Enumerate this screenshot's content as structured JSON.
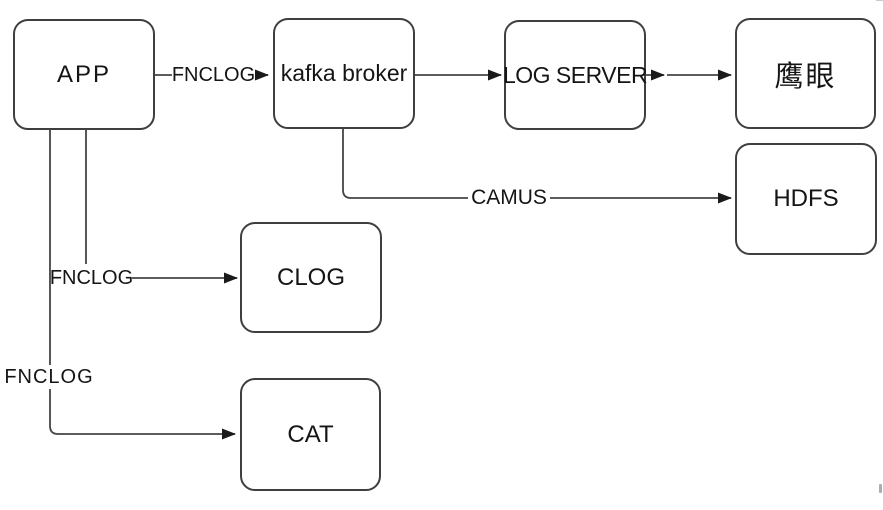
{
  "diagram": {
    "title": "log pipeline flow diagram",
    "nodes": {
      "app": {
        "label": "APP"
      },
      "kafka": {
        "label": "kafka broker"
      },
      "log_server": {
        "label": "LOG SERVER"
      },
      "eagle_eye": {
        "label": "鹰眼"
      },
      "hdfs": {
        "label": "HDFS"
      },
      "clog": {
        "label": "CLOG"
      },
      "cat": {
        "label": "CAT"
      }
    },
    "edge_labels": {
      "app_kafka": "FNCLOG",
      "kafka_hdfs": "CAMUS",
      "app_clog": "FNCLOG",
      "app_cat": "FNCLOG"
    },
    "colors": {
      "line": "#454545",
      "arrowhead": "#1a1a1a",
      "box_border": "#3f3f3f",
      "text": "#151515",
      "background": "#ffffff"
    }
  }
}
